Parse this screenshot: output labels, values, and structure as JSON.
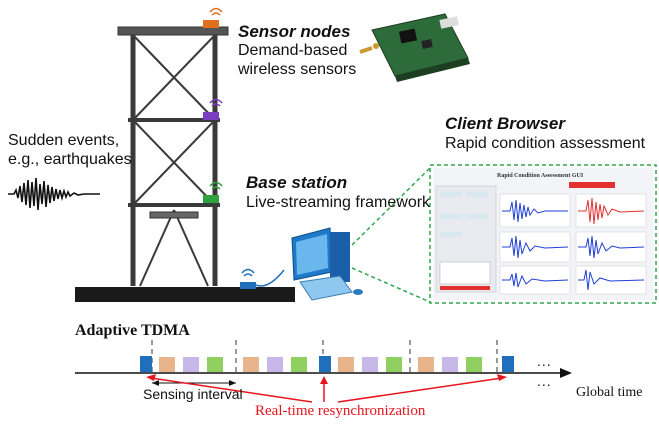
{
  "labels": {
    "sudden_events_line1": "Sudden events,",
    "sudden_events_line2": "e.g., earthquakes",
    "sensor_nodes_title": "Sensor nodes",
    "sensor_nodes_line1": "Demand-based",
    "sensor_nodes_line2": "wireless sensors",
    "client_browser_title": "Client Browser",
    "client_browser_sub": "Rapid condition assessment",
    "base_station_title": "Base station",
    "base_station_sub": "Live-streaming framework",
    "adaptive_tdma": "Adaptive TDMA",
    "sensing_interval": "Sensing interval",
    "resync": "Real-time resynchronization",
    "global_time": "Global time",
    "ellipsis": "...",
    "screen_title": "Rapid Condition Assessment GUI"
  },
  "colors": {
    "slot_blue": "#1f6fbd",
    "slot_tan": "#e8b48c",
    "slot_lavender": "#c8b8ea",
    "slot_green": "#8fd060",
    "resync_red": "#e8141e",
    "frame": "#3a3a3a",
    "ground": "#1a1a1a",
    "screen_border": "#2fa84f",
    "signal_blue": "#1f3fd8",
    "signal_red": "#e53030",
    "radio_orange": "#e07020",
    "radio_purple": "#7a3fc0",
    "radio_green": "#30a040"
  }
}
